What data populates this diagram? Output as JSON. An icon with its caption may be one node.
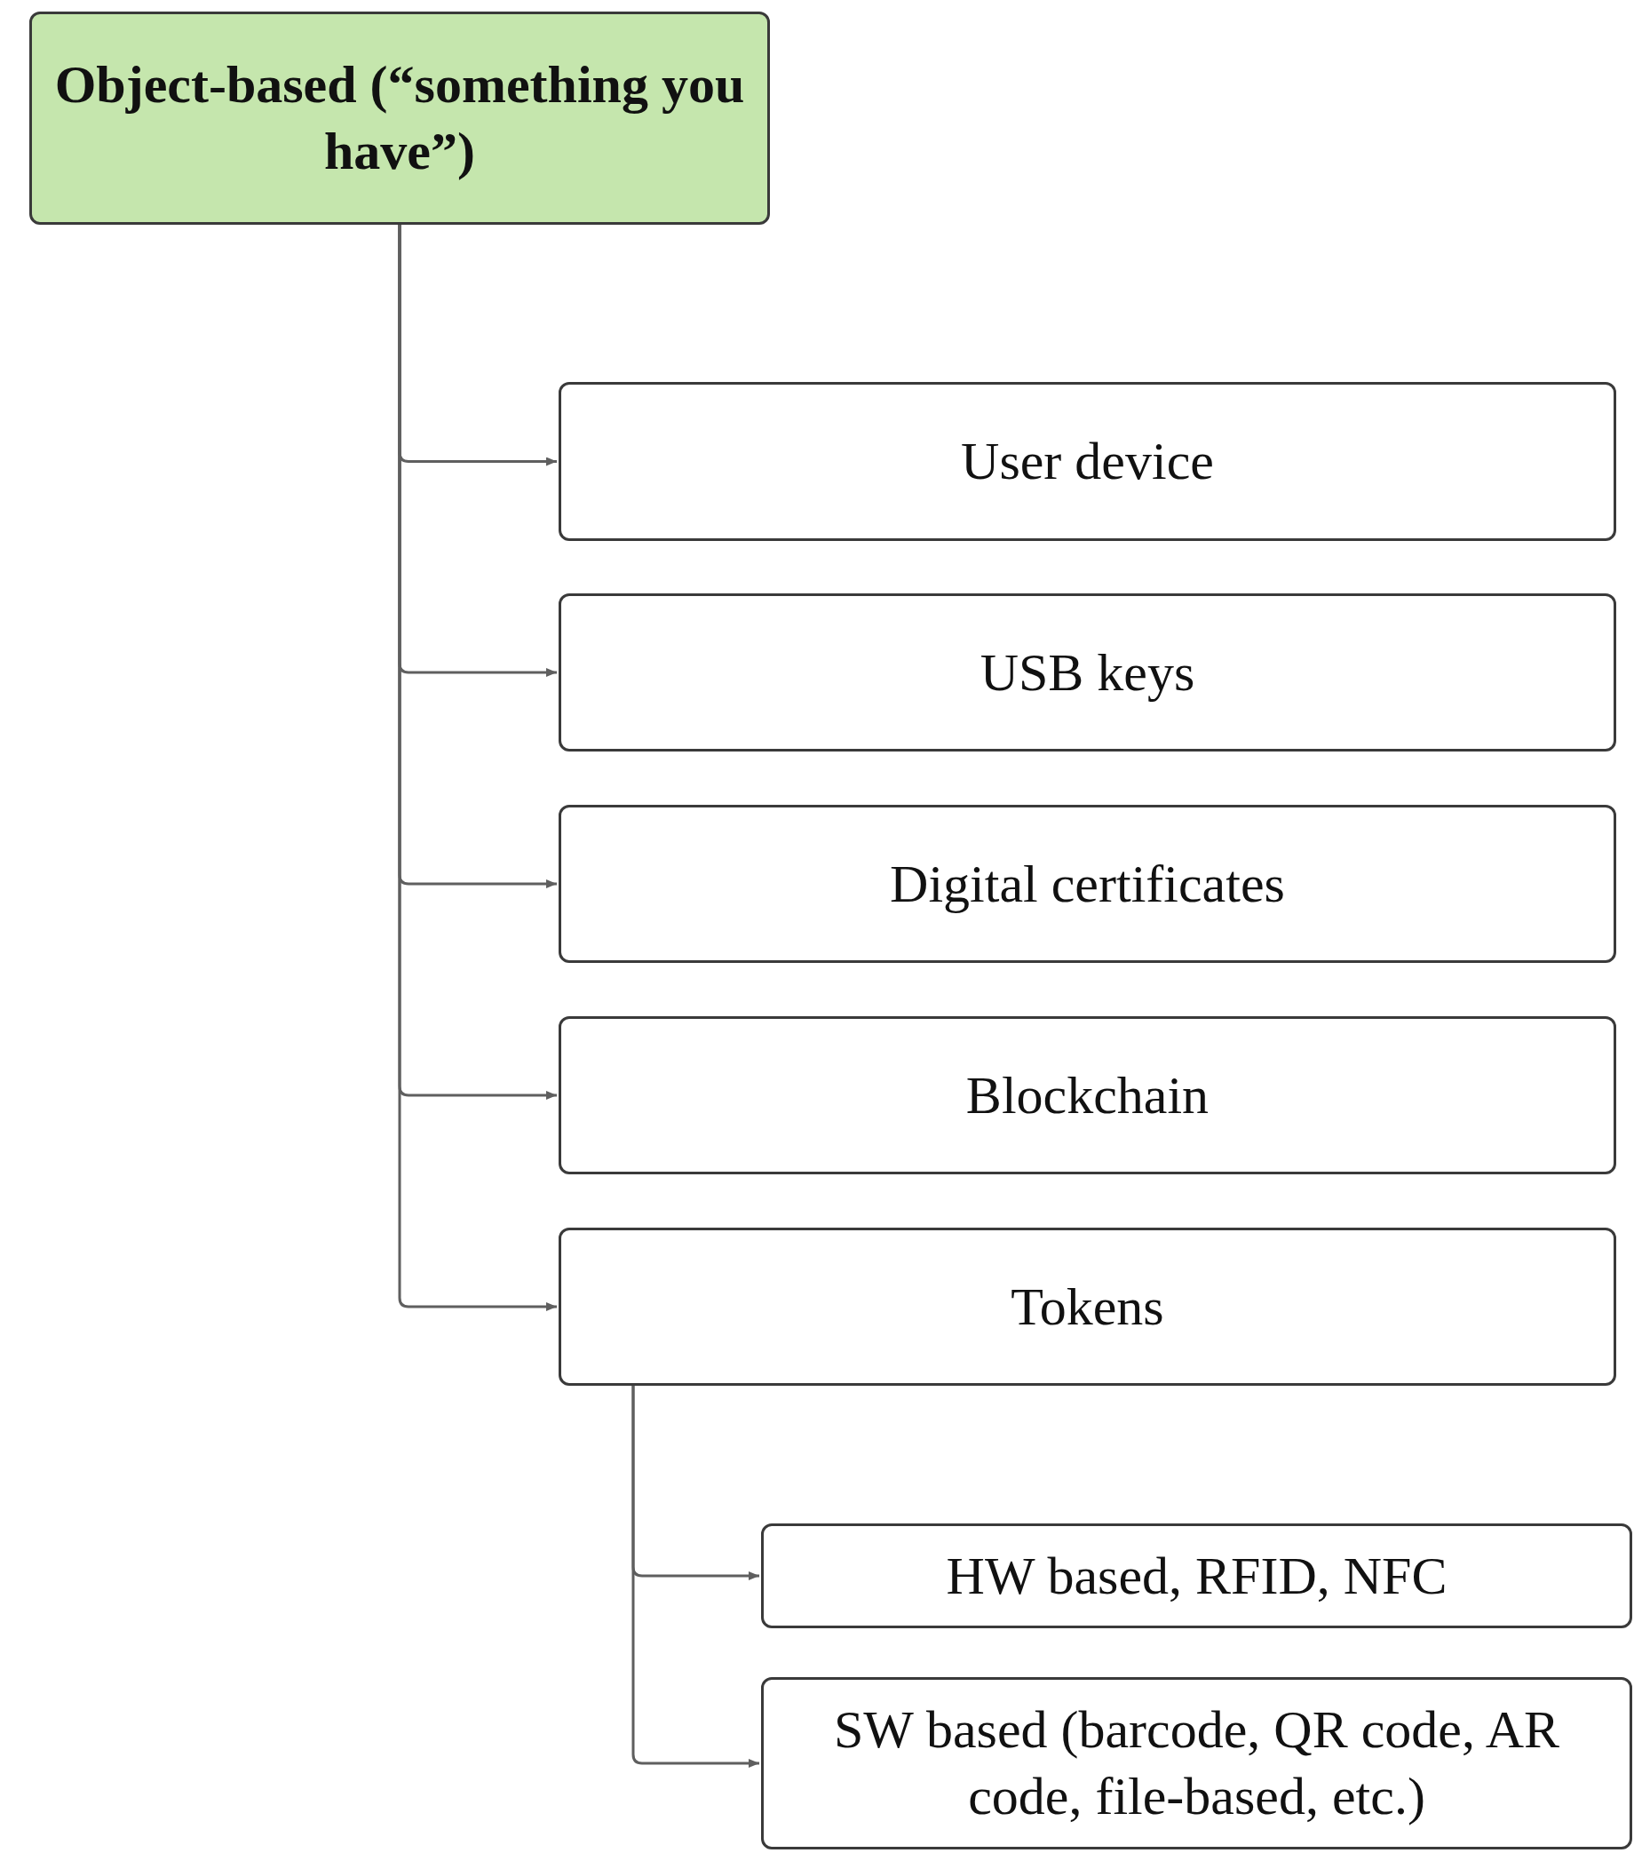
{
  "diagram": {
    "nodes": [
      {
        "text": [
          "Object-based (“something you have”)"
        ]
      },
      {
        "text": [
          "User device"
        ]
      },
      {
        "text": [
          "USB keys"
        ]
      },
      {
        "text": [
          "Digital certificates"
        ]
      },
      {
        "text": [
          "Blockchain"
        ]
      },
      {
        "text": [
          "Tokens"
        ]
      },
      {
        "text": [
          "HW based, RFID, NFC"
        ]
      },
      {
        "text": [
          "SW based (barcode, QR code, AR code, file-based, etc.)"
        ]
      }
    ],
    "edges": [
      {
        "from": 0,
        "to": 1,
        "arrow": "to"
      },
      {
        "from": 0,
        "to": 2,
        "arrow": "to"
      },
      {
        "from": 0,
        "to": 3,
        "arrow": "to"
      },
      {
        "from": 0,
        "to": 4,
        "arrow": "to"
      },
      {
        "from": 0,
        "to": 5,
        "arrow": "to"
      },
      {
        "from": 5,
        "to": 6,
        "arrow": "to"
      },
      {
        "from": 5,
        "to": 7,
        "arrow": "to"
      }
    ]
  }
}
